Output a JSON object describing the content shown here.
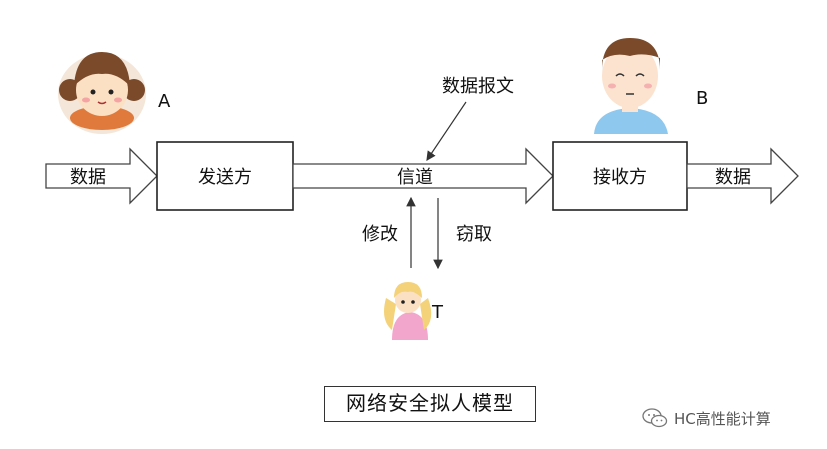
{
  "party_a": {
    "label": "A"
  },
  "party_b": {
    "label": "B"
  },
  "party_t": {
    "label": "T"
  },
  "input_data": "数据",
  "output_data": "数据",
  "sender": "发送方",
  "receiver": "接收方",
  "channel": "信道",
  "message": "数据报文",
  "modify": "修改",
  "steal": "窃取",
  "caption": "网络安全拟人模型",
  "watermark": "HC高性能计算"
}
